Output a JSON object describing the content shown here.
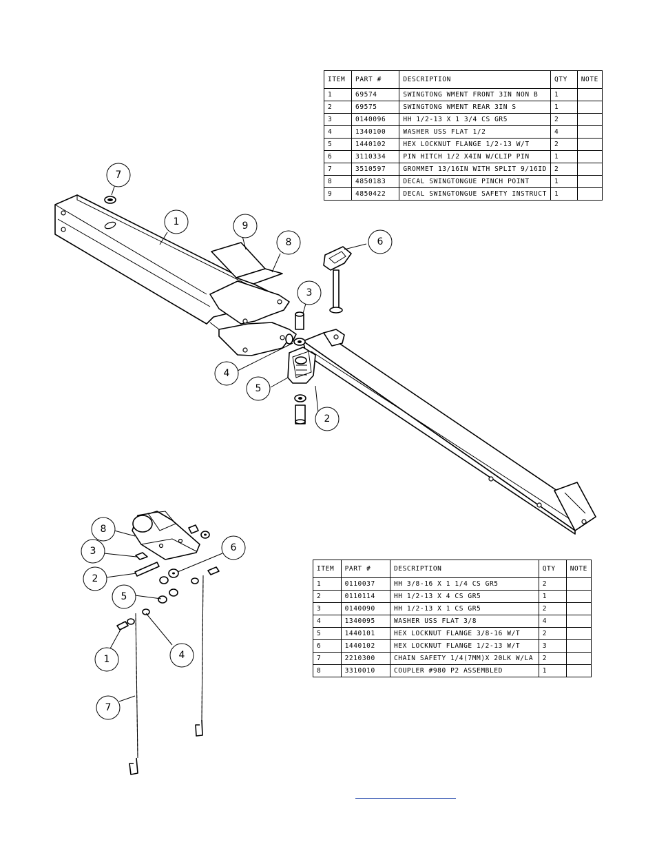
{
  "tables": {
    "upper": {
      "headers": [
        "ITEM",
        "PART #",
        "DESCRIPTION",
        "QTY",
        "NOTE"
      ],
      "rows": [
        [
          "1",
          "69574",
          "SWINGTONG WMENT FRONT 3IN NON B",
          "1",
          ""
        ],
        [
          "2",
          "69575",
          "SWINGTONG WMENT REAR 3IN S",
          "1",
          ""
        ],
        [
          "3",
          "0140096",
          "HH 1/2-13 X 1 3/4 CS GR5",
          "2",
          ""
        ],
        [
          "4",
          "1340100",
          "WASHER USS FLAT 1/2",
          "4",
          ""
        ],
        [
          "5",
          "1440102",
          "HEX LOCKNUT FLANGE 1/2-13 W/T",
          "2",
          ""
        ],
        [
          "6",
          "3110334",
          "PIN HITCH 1/2 X4IN W/CLIP PIN",
          "1",
          ""
        ],
        [
          "7",
          "3510597",
          "GROMMET 13/16IN  WITH SPLIT 9/16ID",
          "2",
          ""
        ],
        [
          "8",
          "4850183",
          "DECAL SWINGTONGUE PINCH POINT",
          "1",
          ""
        ],
        [
          "9",
          "4850422",
          "DECAL SWINGTONGUE SAFETY INSTRUCT",
          "1",
          ""
        ]
      ]
    },
    "lower": {
      "headers": [
        "ITEM",
        "PART #",
        "DESCRIPTION",
        "QTY",
        "NOTE"
      ],
      "rows": [
        [
          "1",
          "0110037",
          "HH 3/8-16 X 1 1/4 CS GR5",
          "2",
          ""
        ],
        [
          "2",
          "0110114",
          "HH 1/2-13 X 4 CS GR5",
          "1",
          ""
        ],
        [
          "3",
          "0140090",
          "HH 1/2-13 X 1 CS GR5",
          "2",
          ""
        ],
        [
          "4",
          "1340095",
          "WASHER USS FLAT 3/8",
          "4",
          ""
        ],
        [
          "5",
          "1440101",
          "HEX LOCKNUT FLANGE 3/8-16 W/T",
          "2",
          ""
        ],
        [
          "6",
          "1440102",
          "HEX LOCKNUT FLANGE 1/2-13 W/T",
          "3",
          ""
        ],
        [
          "7",
          "2210300",
          "CHAIN SAFETY 1/4(7MM)X 20LK W/LA",
          "2",
          ""
        ],
        [
          "8",
          "3310010",
          "COUPLER #980 P2 ASSEMBLED",
          "1",
          ""
        ]
      ]
    }
  },
  "callouts": {
    "upper": [
      "7",
      "1",
      "9",
      "8",
      "6",
      "3",
      "4",
      "5",
      "2"
    ],
    "lower": [
      "8",
      "3",
      "2",
      "6",
      "5",
      "1",
      "4",
      "7"
    ]
  }
}
